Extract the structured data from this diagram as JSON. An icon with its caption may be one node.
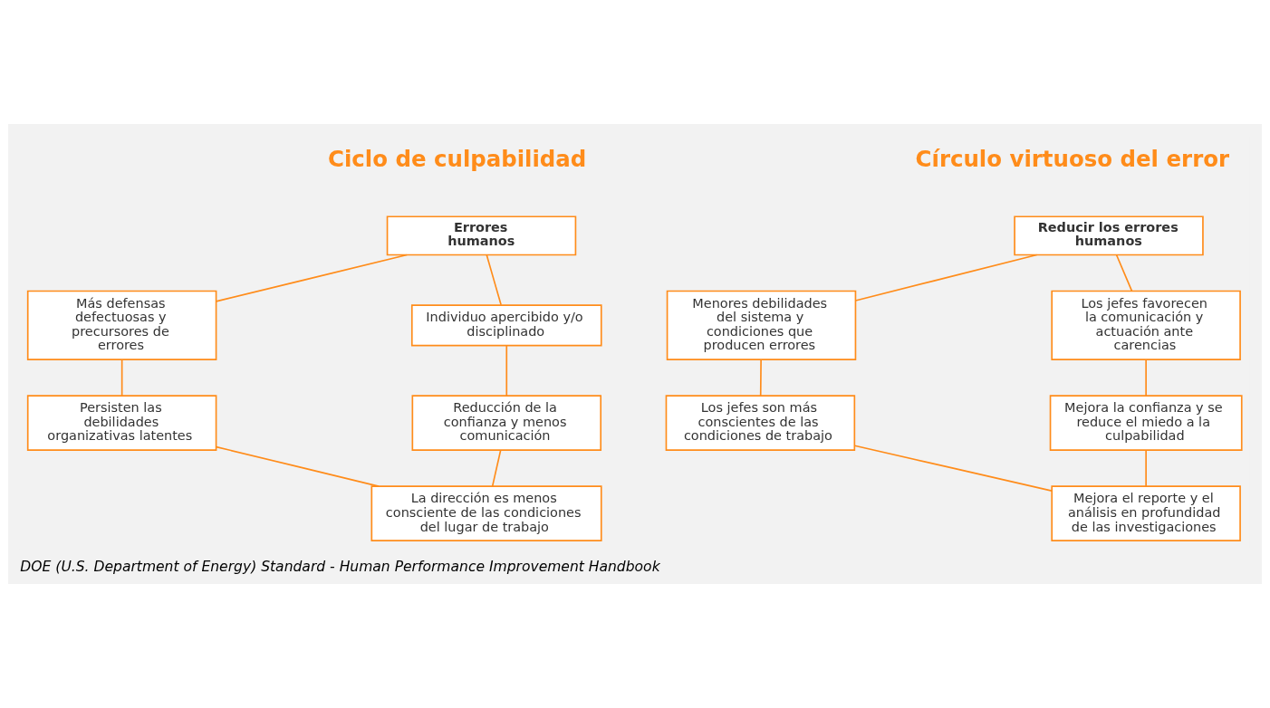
{
  "diagram": {
    "caption": "DOE (U.S. Department of Energy) Standard - Human Performance Improvement Handbook",
    "nodes": [
      {
        "text": [
          "Errores humanos"
        ]
      },
      {
        "text": [
          "Más defensas defectuosas y precursores de errores"
        ]
      },
      {
        "text": [
          "Individuo apercibido y/o disciplinado"
        ]
      },
      {
        "text": [
          "Persisten las debilidades organizativas latentes"
        ]
      },
      {
        "text": [
          "Reducción de la confianza y menos comunicación"
        ]
      },
      {
        "text": [
          "La dirección es menos consciente de las condiciones del lugar de trabajo"
        ]
      },
      {
        "text": [
          "Reducir los errores humanos"
        ]
      },
      {
        "text": [
          "Menores debilidades del sistema y condiciones que producen errores"
        ]
      },
      {
        "text": [
          "Los jefes favorecen la comunicación y actuación ante carencias"
        ]
      },
      {
        "text": [
          "Los jefes son más conscientes de las condiciones de trabajo"
        ]
      },
      {
        "text": [
          "Mejora la confianza y se reduce el miedo a la culpabilidad"
        ]
      },
      {
        "text": [
          "Mejora el reporte y el análisis en profundidad de las investigaciones"
        ]
      }
    ],
    "edges": [
      {
        "from": 0,
        "to": 2,
        "arrow": "none"
      },
      {
        "from": 2,
        "to": 4,
        "arrow": "none"
      },
      {
        "from": 4,
        "to": 5,
        "arrow": "none"
      },
      {
        "from": 5,
        "to": 3,
        "arrow": "none"
      },
      {
        "from": 3,
        "to": 1,
        "arrow": "none"
      },
      {
        "from": 1,
        "to": 0,
        "arrow": "none"
      },
      {
        "from": 6,
        "to": 8,
        "arrow": "none"
      },
      {
        "from": 8,
        "to": 10,
        "arrow": "none"
      },
      {
        "from": 10,
        "to": 11,
        "arrow": "none"
      },
      {
        "from": 11,
        "to": 9,
        "arrow": "none"
      },
      {
        "from": 9,
        "to": 7,
        "arrow": "none"
      },
      {
        "from": 7,
        "to": 6,
        "arrow": "none"
      }
    ],
    "labels": [
      "Ciclo de culpabilidad",
      "Círculo virtuoso del error"
    ]
  }
}
